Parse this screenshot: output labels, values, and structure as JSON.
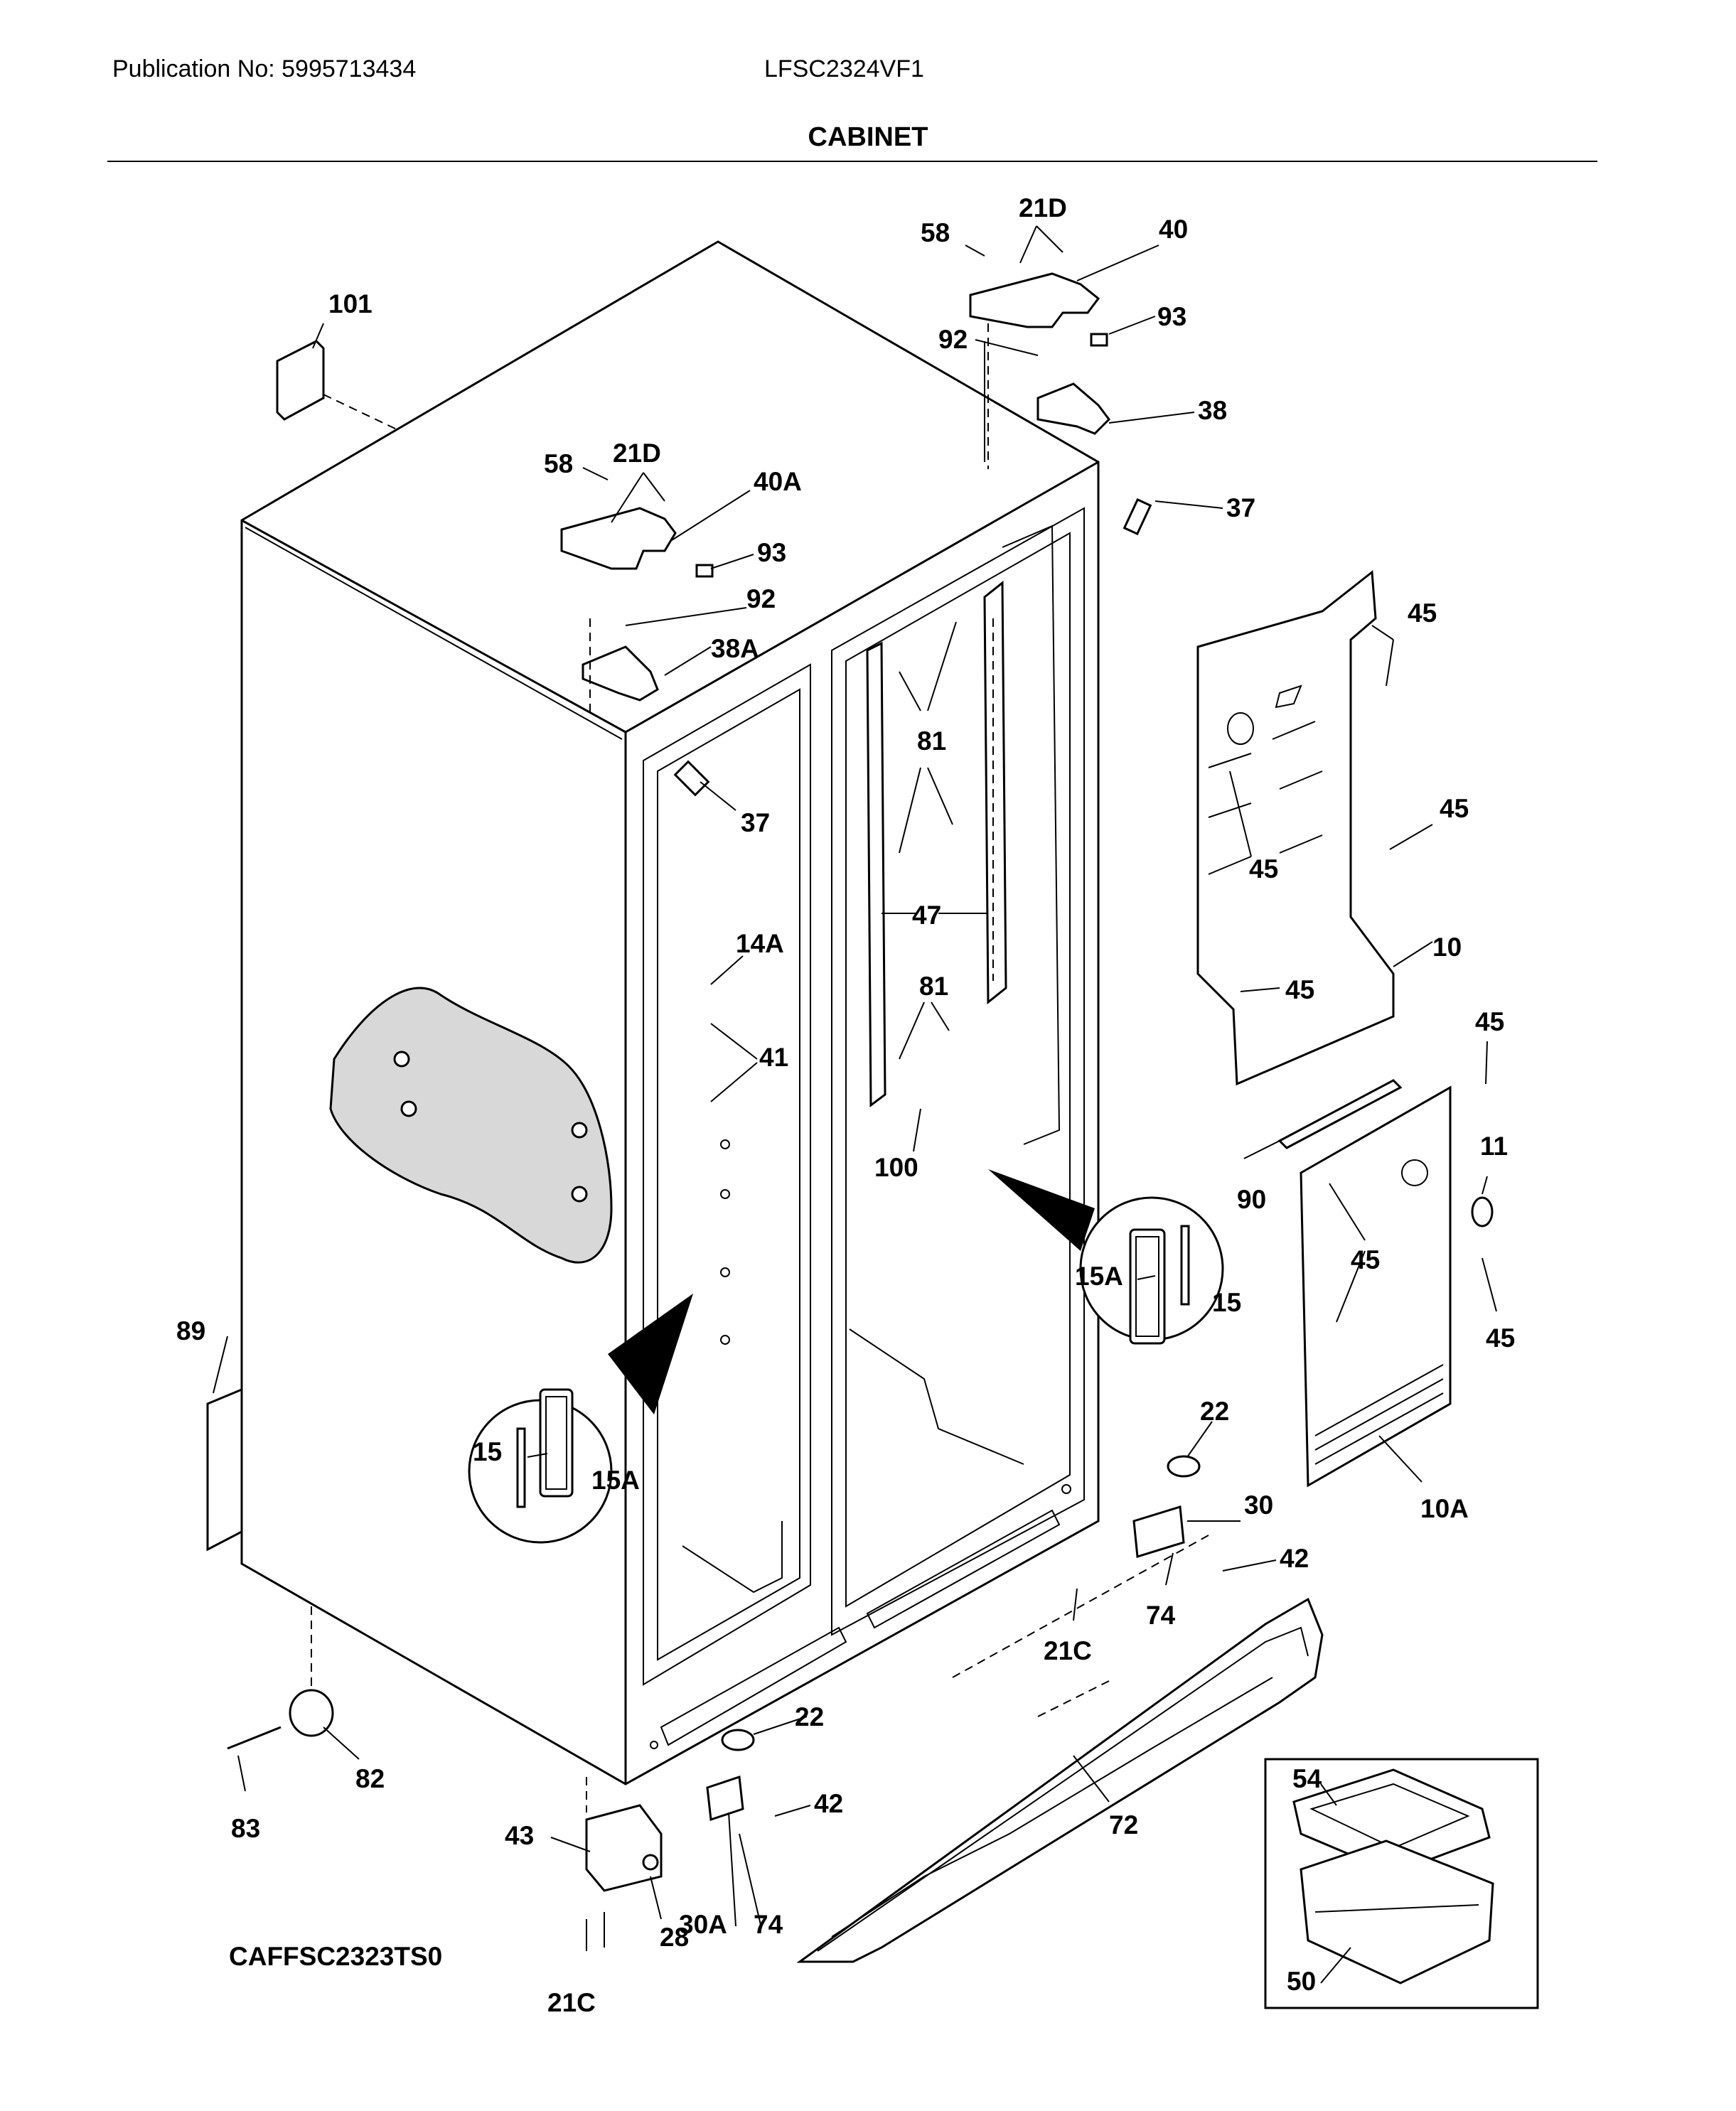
{
  "header": {
    "publication": "Publication No: 5995713434",
    "model": "LFSC2324VF1",
    "section": "CABINET"
  },
  "diagram_code": "CAFFSC2323TS0",
  "callouts": {
    "c101": "101",
    "c58a": "58",
    "c21Da": "21D",
    "c40": "40",
    "c93a": "93",
    "c92a": "92",
    "c38": "38",
    "c58b": "58",
    "c21Db": "21D",
    "c40A": "40A",
    "c93b": "93",
    "c92b": "92",
    "c38A": "38A",
    "c37a": "37",
    "c37b": "37",
    "c45a": "45",
    "c45b": "45",
    "c45c": "45",
    "c45d": "45",
    "c45e": "45",
    "c45f": "45",
    "c45g": "45",
    "c10": "10",
    "c11": "11",
    "c90": "90",
    "c10A": "10A",
    "c81a": "81",
    "c81b": "81",
    "c47": "47",
    "c100": "100",
    "c14A": "14A",
    "c41": "41",
    "c15Aa": "15A",
    "c15a": "15",
    "c15Ab": "15A",
    "c15b": "15",
    "c89": "89",
    "c22a": "22",
    "c30": "30",
    "c42a": "42",
    "c74a": "74",
    "c21Ca": "21C",
    "c82": "82",
    "c83": "83",
    "c22b": "22",
    "c42b": "42",
    "c43": "43",
    "c30A": "30A",
    "c74b": "74",
    "c28": "28",
    "c21Cb": "21C",
    "c72": "72",
    "c54": "54",
    "c50": "50"
  }
}
